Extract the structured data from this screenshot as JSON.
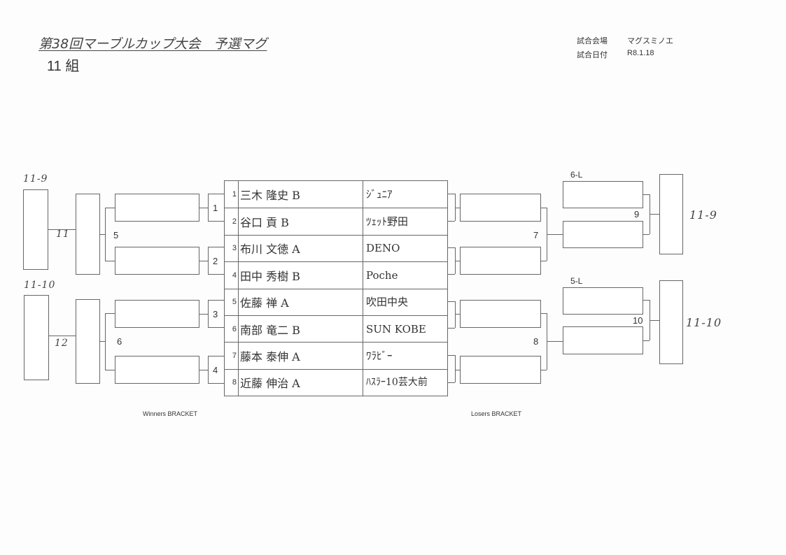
{
  "header": {
    "title": "第38回マーブルカップ大会　予選マグ",
    "group": "11 組",
    "venue_label": "試合会場",
    "venue": "マグスミノエ",
    "date_label": "試合日付",
    "date": "R8.1.18"
  },
  "entries": [
    {
      "seed": "1",
      "name": "三木 隆史 B",
      "team": "ｼﾞｭﾆｱ"
    },
    {
      "seed": "2",
      "name": "谷口 貢 B",
      "team": "ﾂｪｯﾄ野田"
    },
    {
      "seed": "3",
      "name": "布川 文徳 A",
      "team": "DENO"
    },
    {
      "seed": "4",
      "name": "田中 秀樹 B",
      "team": "Poche"
    },
    {
      "seed": "5",
      "name": "佐藤 禅 A",
      "team": "吹田中央"
    },
    {
      "seed": "6",
      "name": "南部 竜二 B",
      "team": "SUN KOBE"
    },
    {
      "seed": "7",
      "name": "藤本 泰伸 A",
      "team": "ﾜﾗﾋﾞｰ"
    },
    {
      "seed": "8",
      "name": "近藤 伸治 A",
      "team": "ﾊｽﾗｰ10芸大前"
    }
  ],
  "winners": {
    "label": "Winners BRACKET",
    "matches": [
      "1",
      "2",
      "3",
      "4",
      "5",
      "6"
    ],
    "handwritten": {
      "top": "11-9",
      "bottom": "11-10",
      "m11": "11",
      "m12": "12"
    }
  },
  "losers": {
    "label": "Losers BRACKET",
    "matches": [
      "7",
      "8",
      "9",
      "10"
    ],
    "feeds": {
      "top": "6-L",
      "bottom": "5-L"
    },
    "handwritten": {
      "top": "11-9",
      "bottom": "11-10"
    }
  }
}
